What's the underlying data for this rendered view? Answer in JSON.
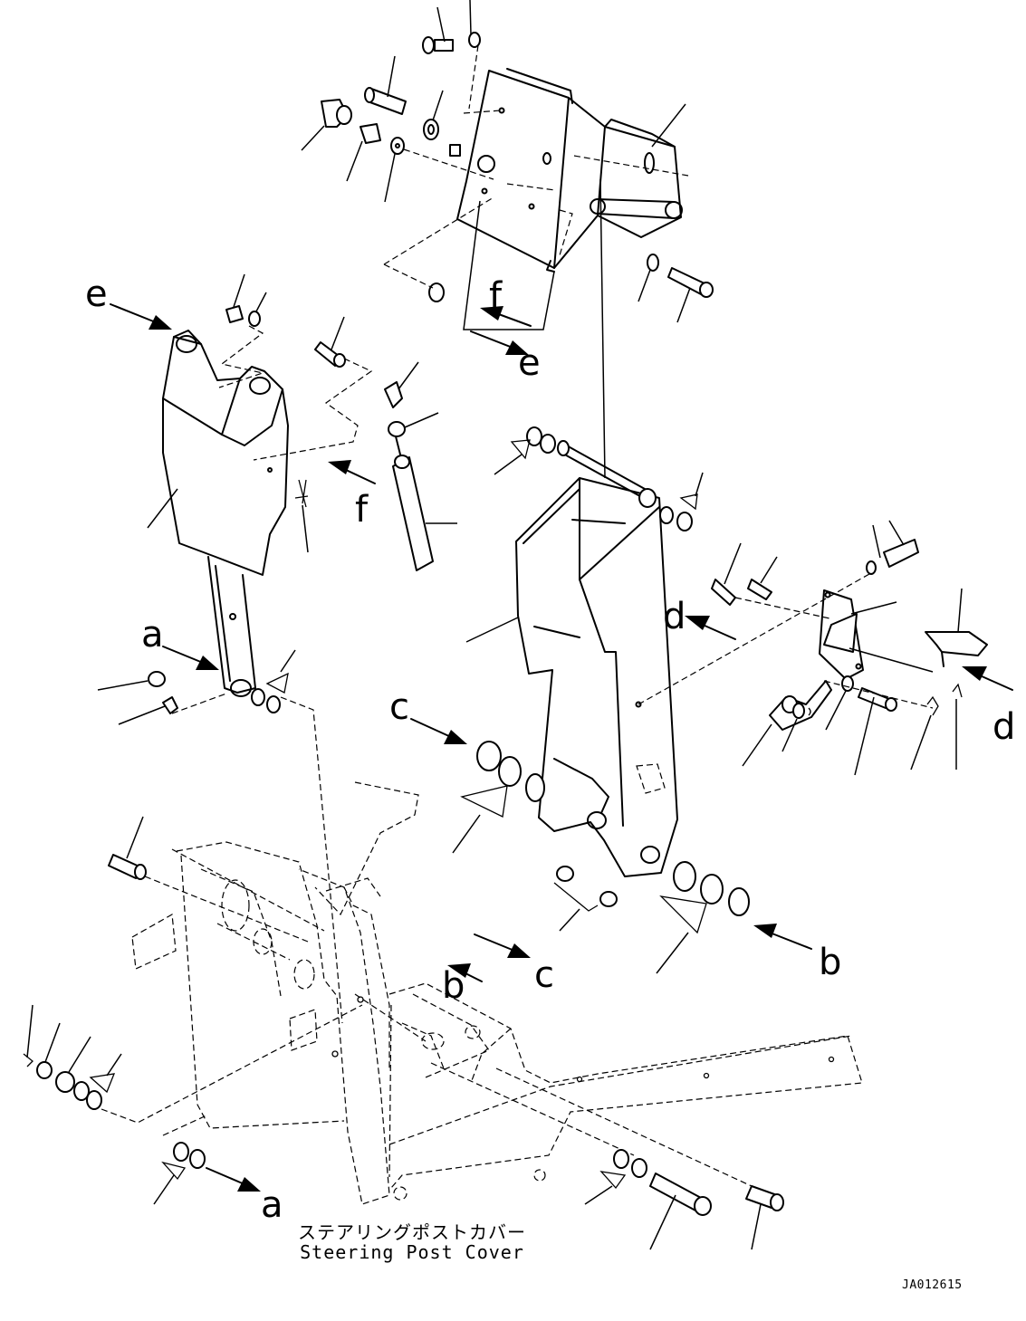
{
  "callouts": {
    "a": "a",
    "b": "b",
    "c": "c",
    "d": "d",
    "e": "e",
    "f": "f"
  },
  "caption": {
    "japanese": "ステアリングポストカバー",
    "english": "Steering Post Cover"
  },
  "drawing_number": "JA012615"
}
